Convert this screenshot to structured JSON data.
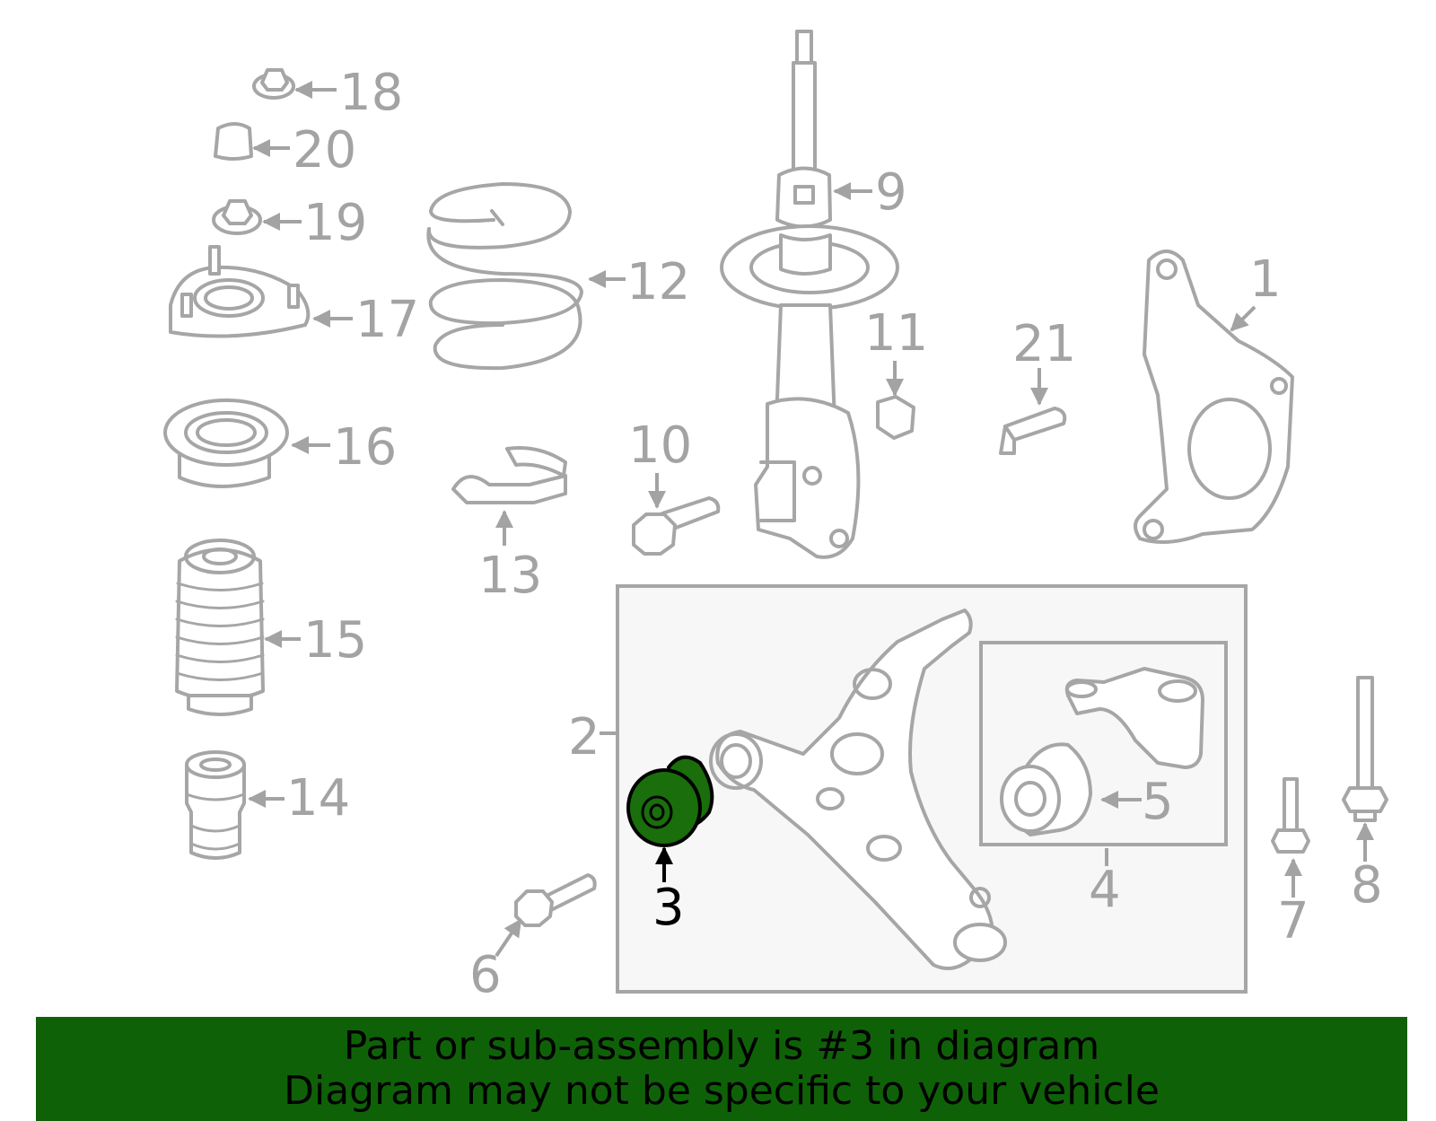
{
  "diagram": {
    "highlight_color": "#1a6e0c",
    "callouts": [
      {
        "key": "c1",
        "label": "1"
      },
      {
        "key": "c2",
        "label": "2"
      },
      {
        "key": "c3",
        "label": "3",
        "highlighted": true
      },
      {
        "key": "c4",
        "label": "4"
      },
      {
        "key": "c5",
        "label": "5"
      },
      {
        "key": "c6",
        "label": "6"
      },
      {
        "key": "c7",
        "label": "7"
      },
      {
        "key": "c8",
        "label": "8"
      },
      {
        "key": "c9",
        "label": "9"
      },
      {
        "key": "c10",
        "label": "10"
      },
      {
        "key": "c11",
        "label": "11"
      },
      {
        "key": "c12",
        "label": "12"
      },
      {
        "key": "c13",
        "label": "13"
      },
      {
        "key": "c14",
        "label": "14"
      },
      {
        "key": "c15",
        "label": "15"
      },
      {
        "key": "c16",
        "label": "16"
      },
      {
        "key": "c17",
        "label": "17"
      },
      {
        "key": "c18",
        "label": "18"
      },
      {
        "key": "c19",
        "label": "19"
      },
      {
        "key": "c20",
        "label": "20"
      },
      {
        "key": "c21",
        "label": "21"
      }
    ]
  },
  "banner": {
    "line1": "Part or sub-assembly is #3 in diagram",
    "line2": "Diagram may not be specific to your vehicle",
    "background": "#0f6108"
  }
}
